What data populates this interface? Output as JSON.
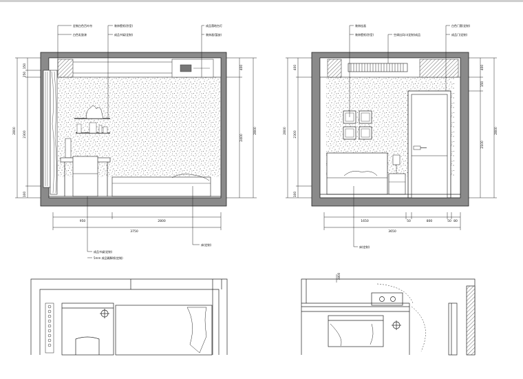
{
  "left_elevation": {
    "callouts_top": [
      "定制白色百叶帘",
      "白色乳胶漆",
      "装饰壁纸(卧室)",
      "成品书架(定制)",
      "成品落地台灯",
      "装饰画(暂缺)"
    ],
    "callouts_bottom": [
      "成品书桌(定制)",
      "5mm 成品踢脚线(定制)",
      "床(定制)"
    ],
    "dims_left_outer": "2800",
    "dims_left": [
      "150",
      "250",
      "2300",
      "100"
    ],
    "dims_right": [
      "400",
      "2400"
    ],
    "dims_right_outer": "2800",
    "dims_bottom": [
      "950",
      "2800"
    ],
    "dims_total": "3750"
  },
  "right_elevation": {
    "callouts_top": [
      "装饰挂画",
      "装饰壁纸(卧室)",
      "空调出风口(定制)成品",
      "白色门套(定制)",
      "成品门(定制)"
    ],
    "callouts_bottom": [
      "床(定制)"
    ],
    "dims_left_outer": "2800",
    "dims_left": [
      "400",
      "2300",
      "100"
    ],
    "dims_right": [
      "400",
      "150",
      "2100"
    ],
    "dims_right_outer": "2800",
    "dims_bottom": [
      "1650",
      "50",
      "800",
      "50",
      "80"
    ],
    "dims_total": "3650"
  },
  "plan_right": {
    "label": "2800"
  }
}
